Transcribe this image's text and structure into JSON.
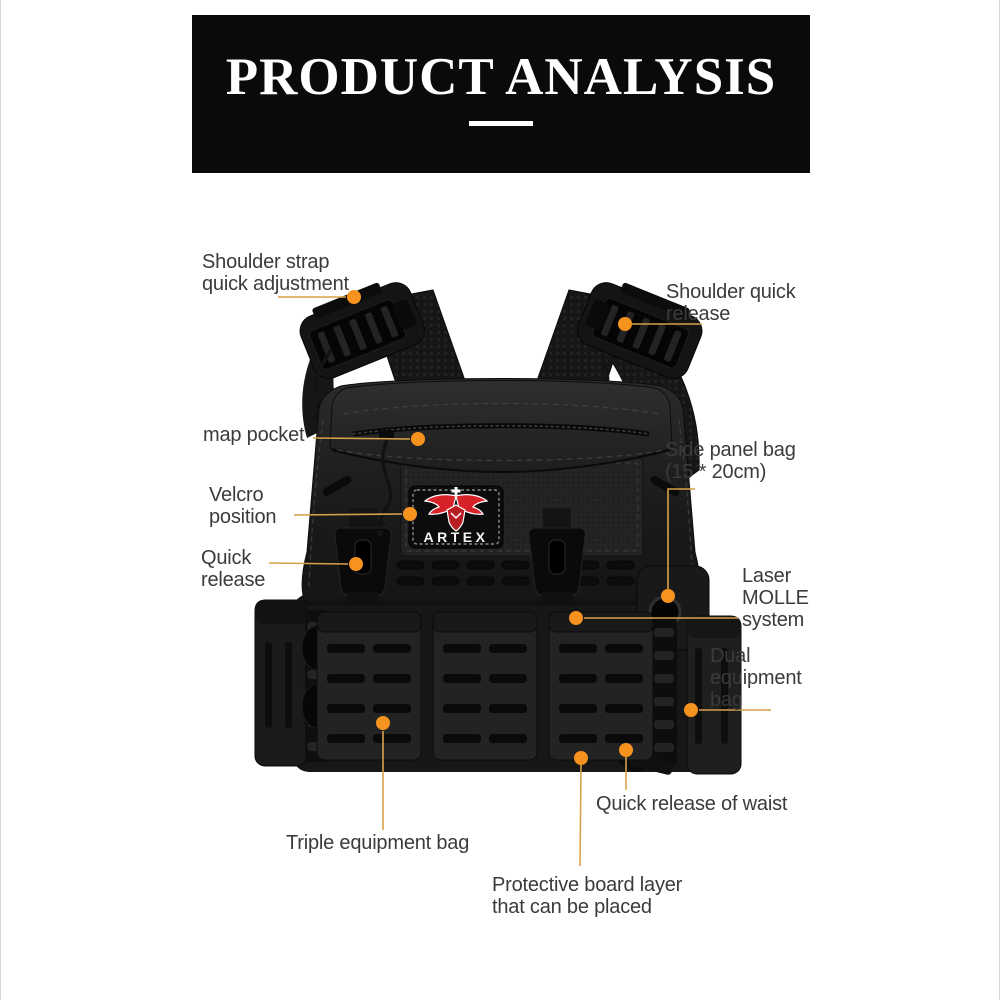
{
  "header": {
    "title": "PRODUCT ANALYSIS"
  },
  "brand": {
    "name": "ARTEX"
  },
  "product": {
    "base_color": "#1a1a1a",
    "patch_red": "#d7222a"
  },
  "annotations": {
    "dot_color": "#F6921E",
    "line_color": "#D7A14B",
    "labels": [
      {
        "id": "shoulder-strap-quick-adjustment",
        "text": "Shoulder strap\nquick adjustment"
      },
      {
        "id": "shoulder-quick-release",
        "text": "Shoulder quick\nrelease"
      },
      {
        "id": "map-pocket",
        "text": "map pocket"
      },
      {
        "id": "velcro-position",
        "text": "Velcro\nposition"
      },
      {
        "id": "quick-release",
        "text": "Quick\nrelease"
      },
      {
        "id": "side-panel-bag",
        "text": "Side panel bag\n(15 * 20cm)"
      },
      {
        "id": "laser-molle-system",
        "text": "Laser\nMOLLE\nsystem"
      },
      {
        "id": "dual-equipment-bag",
        "text": "Dual\nequipment\nbag"
      },
      {
        "id": "quick-release-of-waist",
        "text": "Quick release of waist"
      },
      {
        "id": "triple-equipment-bag",
        "text": "Triple equipment bag"
      },
      {
        "id": "protective-board-layer",
        "text": "Protective board layer\nthat can be placed"
      }
    ]
  }
}
